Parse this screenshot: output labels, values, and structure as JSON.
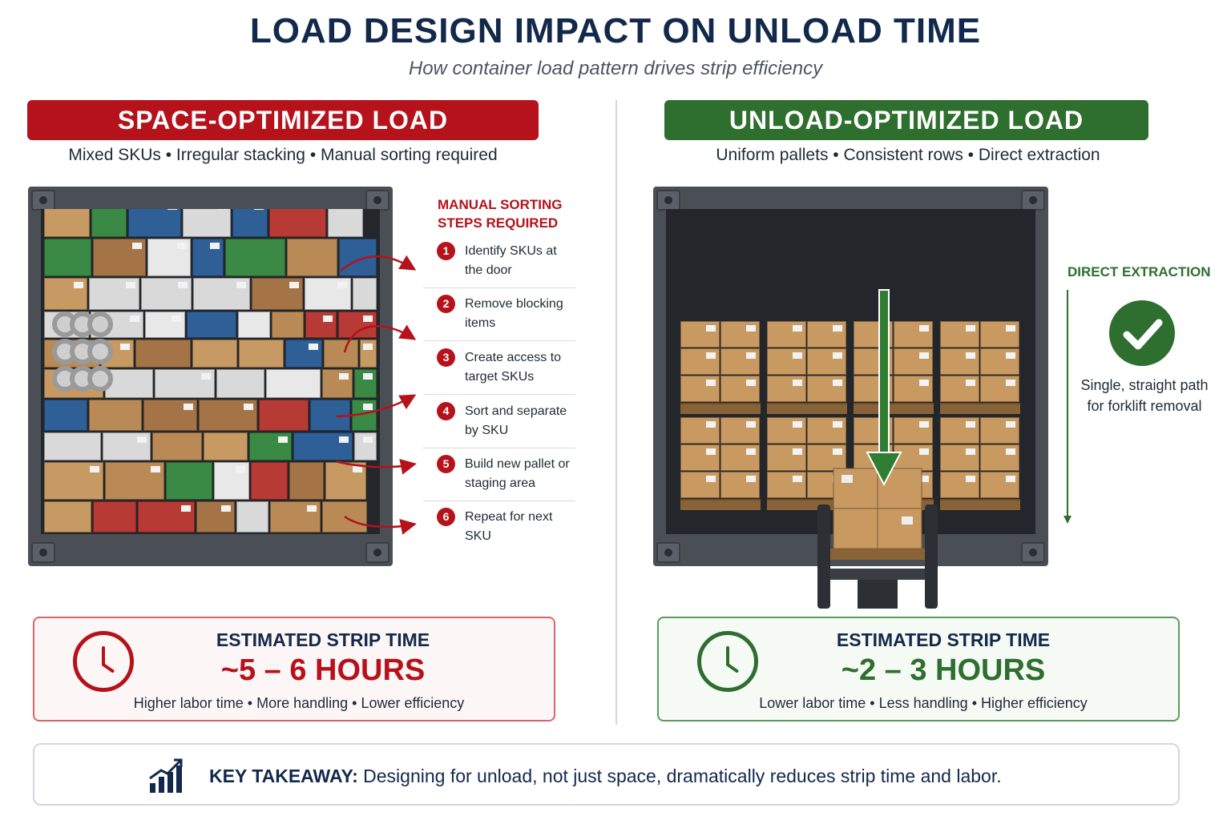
{
  "title": "LOAD DESIGN IMPACT ON UNLOAD TIME",
  "subtitle": "How container load pattern drives strip efficiency",
  "left": {
    "banner": "SPACE-OPTIMIZED LOAD",
    "tagline": "Mixed SKUs • Irregular stacking • Manual sorting required",
    "steps_heading": "MANUAL SORTING STEPS REQUIRED",
    "steps": [
      {
        "num": "1",
        "text": "Identify SKUs at the door"
      },
      {
        "num": "2",
        "text": "Remove blocking items"
      },
      {
        "num": "3",
        "text": "Create access to target SKUs"
      },
      {
        "num": "4",
        "text": "Sort and separate by SKU"
      },
      {
        "num": "5",
        "text": "Build new pallet or staging area"
      },
      {
        "num": "6",
        "text": "Repeat for next SKU"
      }
    ],
    "time_label": "ESTIMATED STRIP TIME",
    "time_value": "~5 – 6 HOURS",
    "time_note": "Higher labor time • More handling • Lower efficiency",
    "color": "#b5121b"
  },
  "right": {
    "banner": "UNLOAD-OPTIMIZED LOAD",
    "tagline": "Uniform pallets • Consistent rows • Direct extraction",
    "direct_label": "DIRECT EXTRACTION",
    "direct_desc": "Single, straight path for forklift removal",
    "time_label": "ESTIMATED STRIP TIME",
    "time_value": "~2 – 3 HOURS",
    "time_note": "Lower labor time • Less handling • Higher efficiency",
    "color": "#2e6e2e"
  },
  "takeaway": {
    "label": "KEY TAKEAWAY:",
    "text": " Designing for unload, not just space, dramatically reduces strip time and labor."
  },
  "icons": [
    "clock-icon",
    "checkmark-icon",
    "bar-chart-icon"
  ]
}
